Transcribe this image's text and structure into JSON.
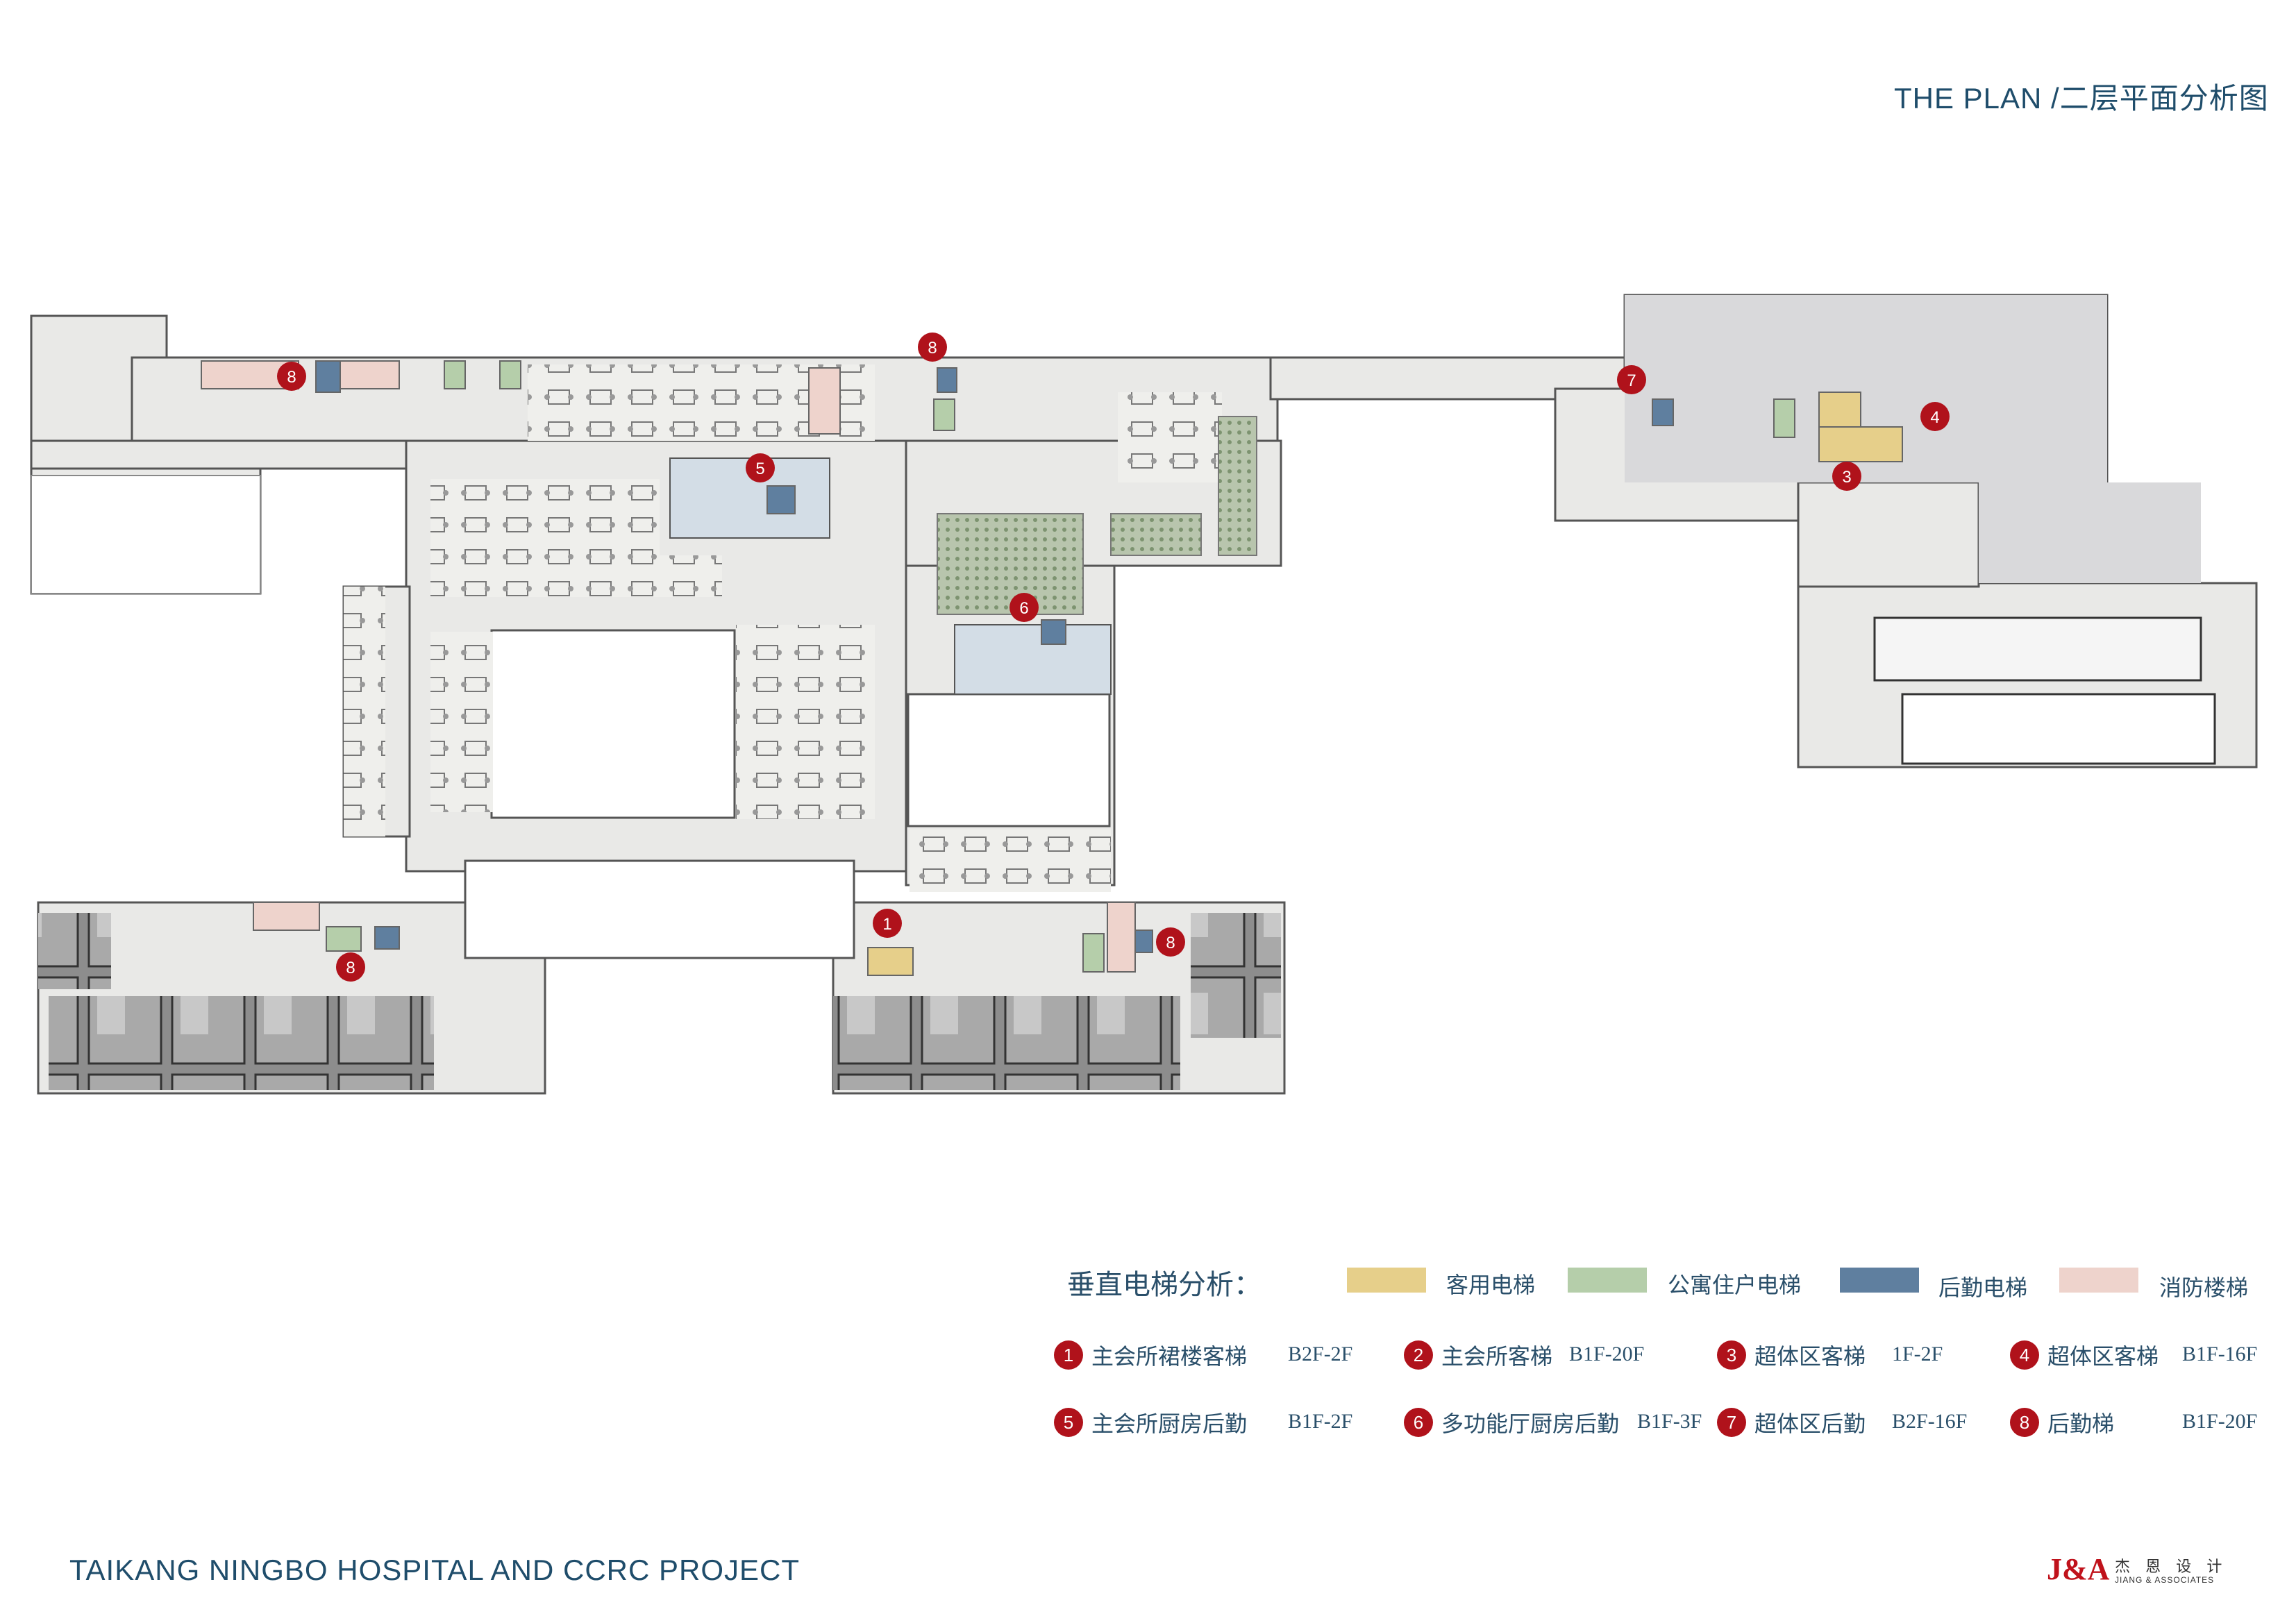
{
  "title": "THE PLAN /二层平面分析图",
  "footer": "TAIKANG NINGBO HOSPITAL AND CCRC PROJECT",
  "legend": {
    "heading": "垂直电梯分析：",
    "categories": [
      {
        "label": "客用电梯",
        "color": "#e6cf8a"
      },
      {
        "label": "公寓住户电梯",
        "color": "#b5ceaa"
      },
      {
        "label": "后勤电梯",
        "color": "#5f7f9f"
      },
      {
        "label": "消防楼梯",
        "color": "#eed3cc"
      }
    ],
    "items": [
      {
        "num": "1",
        "name": "主会所裙楼客梯",
        "range": "B2F-2F"
      },
      {
        "num": "2",
        "name": "主会所客梯",
        "range": "B1F-20F"
      },
      {
        "num": "3",
        "name": "超体区客梯",
        "range": "1F-2F"
      },
      {
        "num": "4",
        "name": "超体区客梯",
        "range": "B1F-16F"
      },
      {
        "num": "5",
        "name": "主会所厨房后勤",
        "range": "B1F-2F"
      },
      {
        "num": "6",
        "name": "多功能厅厨房后勤",
        "range": "B1F-3F"
      },
      {
        "num": "7",
        "name": "超体区后勤",
        "range": "B2F-16F"
      },
      {
        "num": "8",
        "name": "后勤梯",
        "range": "B1F-20F"
      }
    ]
  },
  "plan_markers": [
    "8",
    "8",
    "7",
    "4",
    "3",
    "5",
    "6",
    "1",
    "8",
    "8"
  ],
  "logo": {
    "mark": "J&A",
    "cn": "杰 恩 设 计",
    "en": "JIANG & ASSOCIATES"
  }
}
